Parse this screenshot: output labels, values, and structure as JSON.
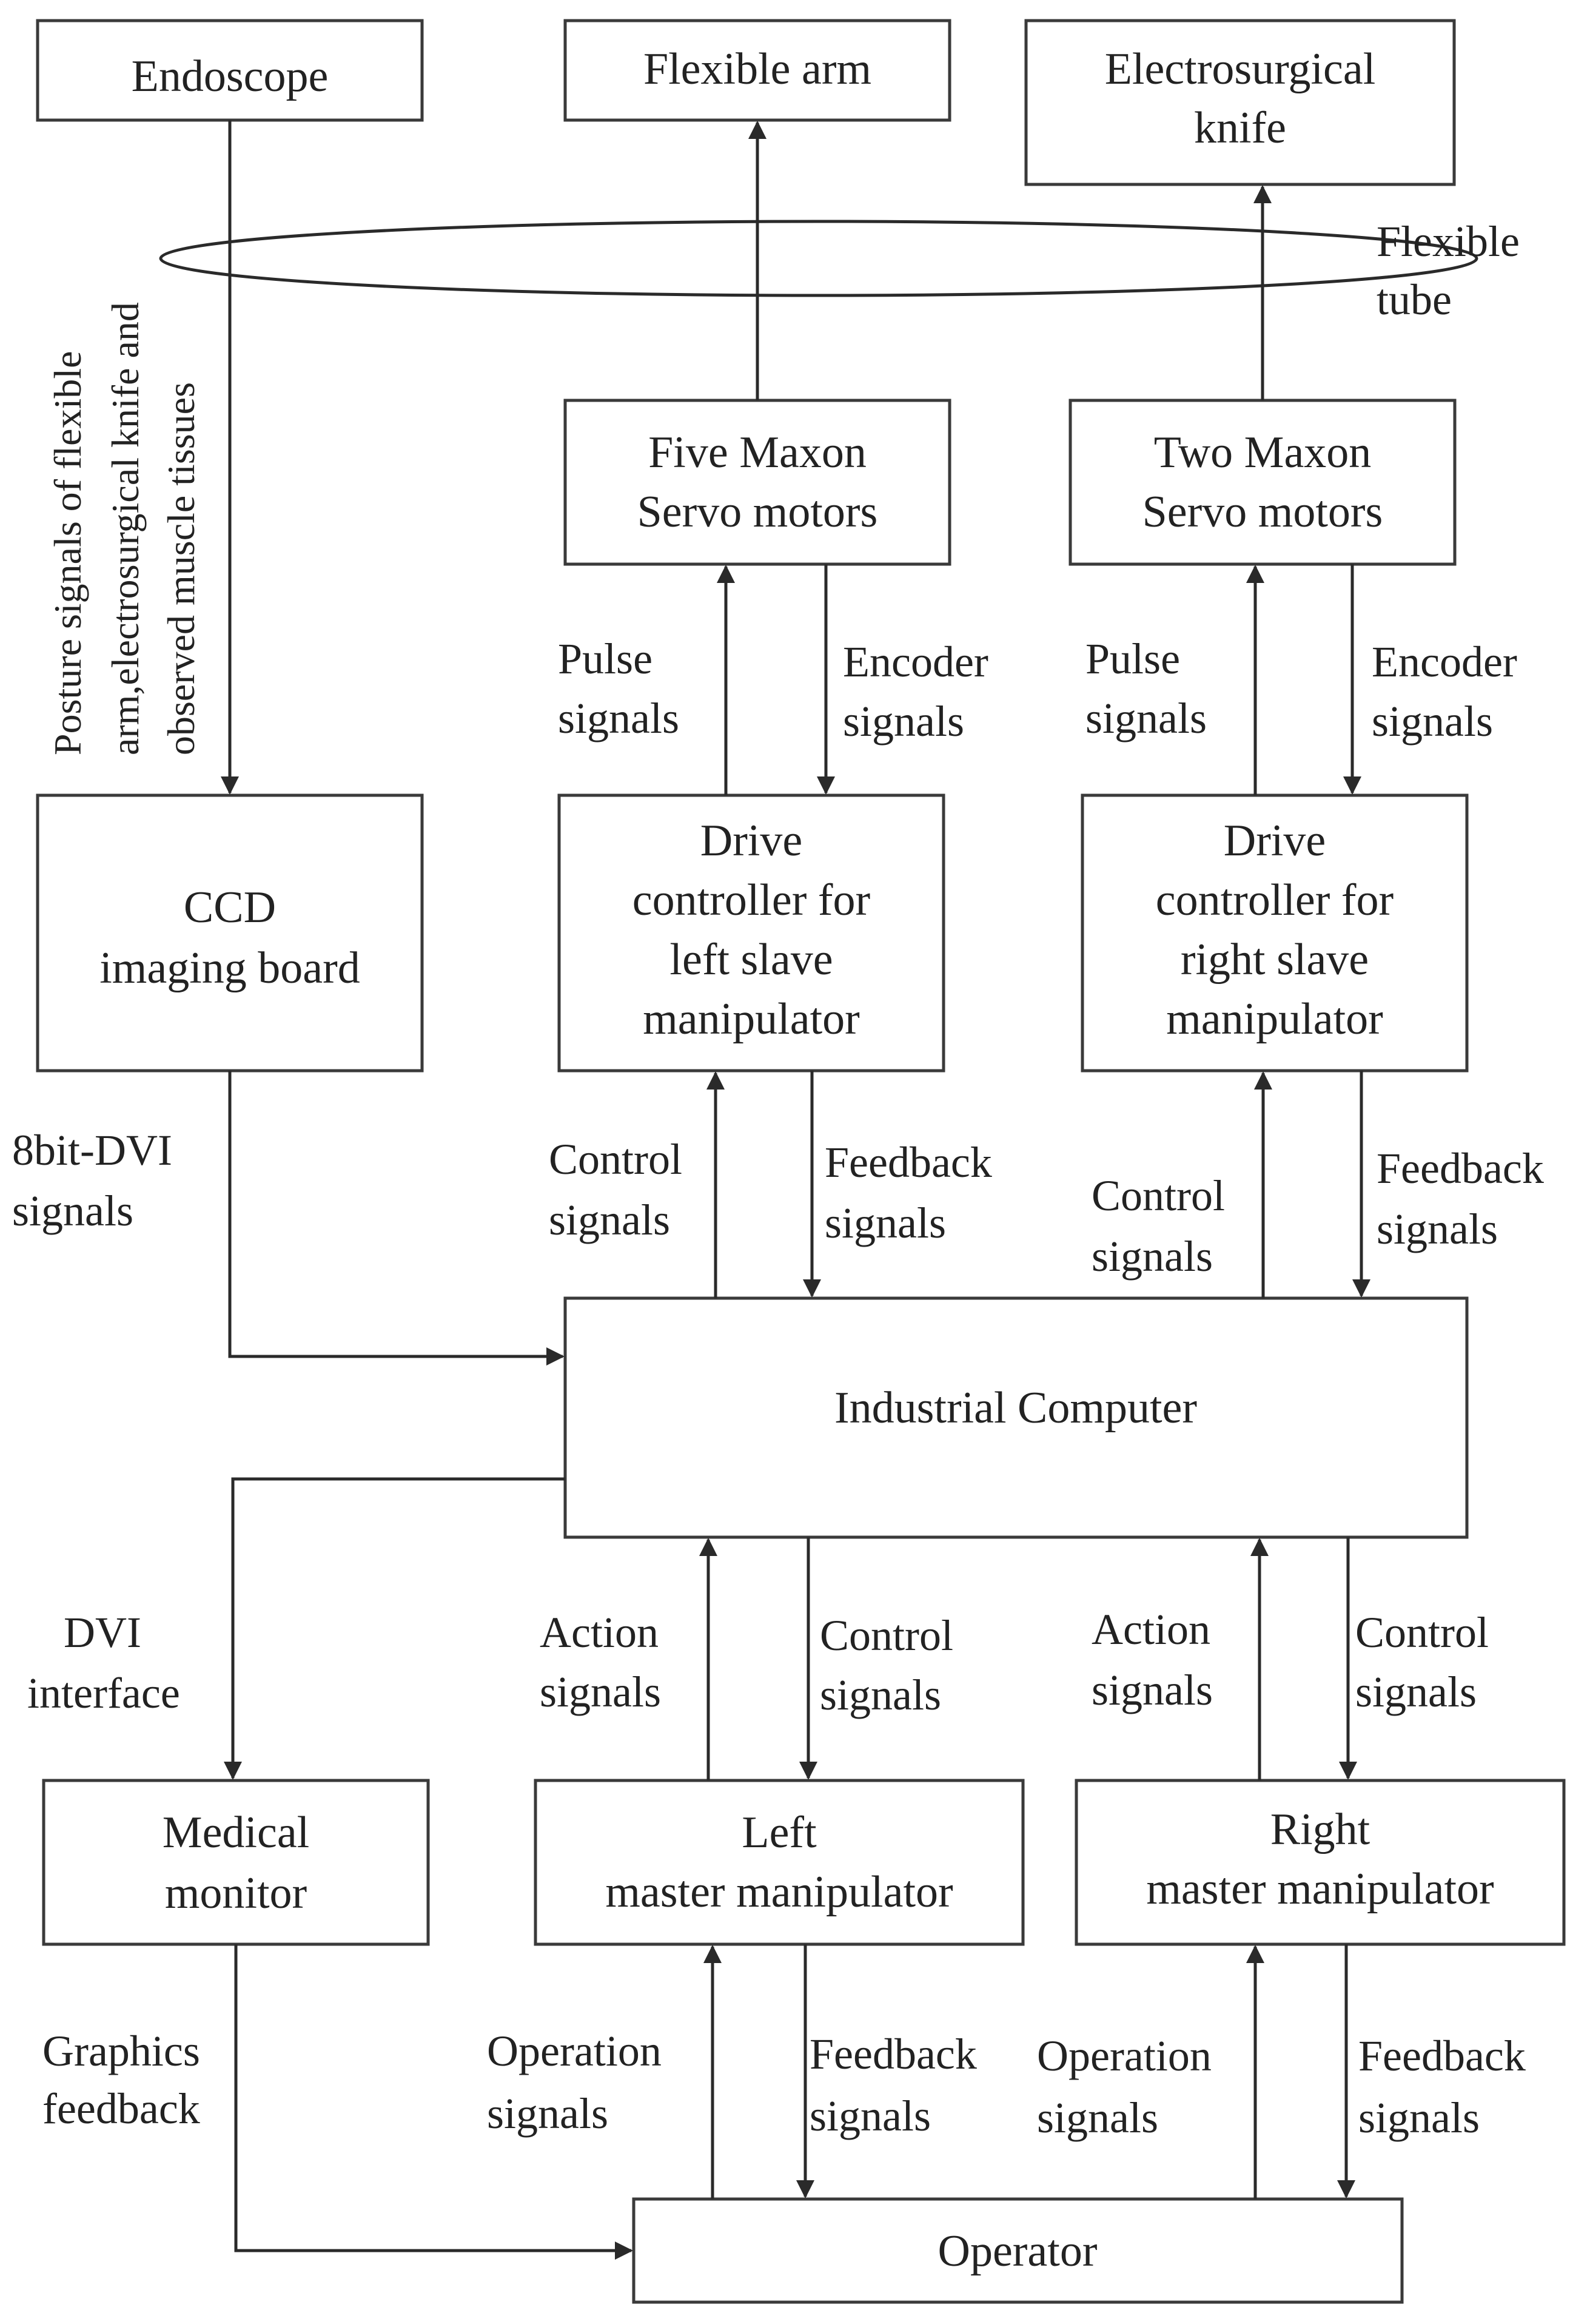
{
  "nodes": {
    "endoscope": [
      "Endoscope"
    ],
    "flexible_arm": [
      "Flexible arm"
    ],
    "electrosurgical_knife": [
      "Electrosurgical",
      "knife"
    ],
    "five_maxon": [
      "Five Maxon",
      "Servo motors"
    ],
    "two_maxon": [
      "Two Maxon",
      "Servo motors"
    ],
    "ccd": [
      "CCD",
      "imaging board"
    ],
    "drive_left": [
      "Drive",
      "controller for",
      "left slave",
      "manipulator"
    ],
    "drive_right": [
      "Drive",
      "controller for",
      "right slave",
      "manipulator"
    ],
    "industrial_computer": [
      "Industrial Computer"
    ],
    "medical_monitor": [
      "Medical",
      "monitor"
    ],
    "left_master": [
      "Left",
      "master manipulator"
    ],
    "right_master": [
      "Right",
      "master manipulator"
    ],
    "operator": [
      "Operator"
    ]
  },
  "labels": {
    "flexible_tube": [
      "Flexible",
      "tube"
    ],
    "posture_signals": [
      "Posture signals of flexible",
      "arm,electrosurgical knife and",
      "observed muscle tissues"
    ],
    "pulse_left": [
      "Pulse",
      "signals"
    ],
    "encoder_left": [
      "Encoder",
      "signals"
    ],
    "pulse_right": [
      "Pulse",
      "signals"
    ],
    "encoder_right": [
      "Encoder",
      "signals"
    ],
    "dvi8": [
      "8bit-DVI",
      "signals"
    ],
    "control_left_up": [
      "Control",
      "signals"
    ],
    "feedback_left_up": [
      "Feedback",
      "signals"
    ],
    "control_right_up": [
      "Control",
      "signals"
    ],
    "feedback_right_up": [
      "Feedback",
      "signals"
    ],
    "dvi_interface": [
      "DVI",
      "interface"
    ],
    "action_left": [
      "Action",
      "signals"
    ],
    "control_left_down": [
      "Control",
      "signals"
    ],
    "action_right": [
      "Action",
      "signals"
    ],
    "control_right_down": [
      "Control",
      "signals"
    ],
    "graphics_feedback": [
      "Graphics",
      "feedback"
    ],
    "operation_left": [
      "Operation",
      "signals"
    ],
    "feedback_left_down": [
      "Feedback",
      "signals"
    ],
    "operation_right": [
      "Operation",
      "signals"
    ],
    "feedback_right_down": [
      "Feedback",
      "signals"
    ]
  }
}
